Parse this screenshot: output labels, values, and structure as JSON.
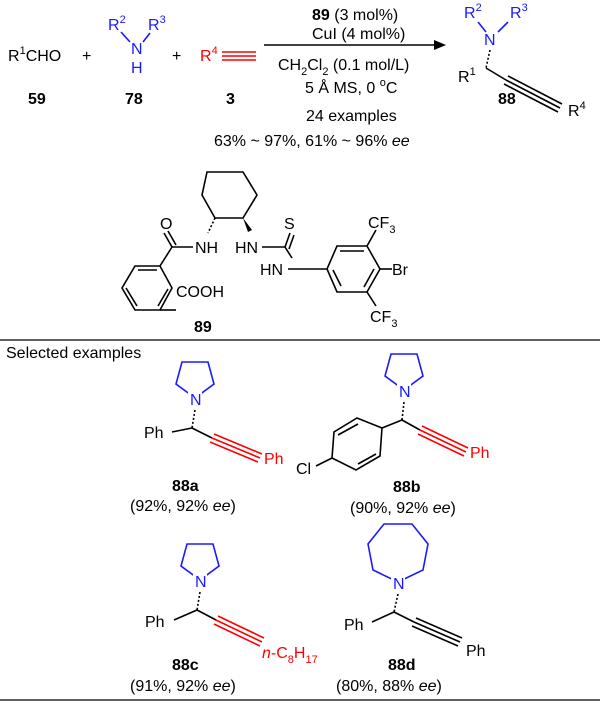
{
  "colors": {
    "blue": "#1a1aff",
    "red": "#ff0000",
    "black": "#000000"
  },
  "reaction": {
    "aldehyde": {
      "r": "R",
      "sup": "1",
      "rest": "CHO",
      "label": "59"
    },
    "plus": "+",
    "amine": {
      "r2": "R",
      "r2sup": "2",
      "r3": "R",
      "r3sup": "3",
      "n": "N",
      "h": "H",
      "label": "78"
    },
    "alkyne": {
      "r": "R",
      "sup": "4",
      "label": "3"
    },
    "conditions": {
      "catalyst_num": "89",
      "catalyst_amt": " (3 mol%)",
      "cu": "CuI (4 mol%)",
      "solvent_a": "CH",
      "solvent_sub1": "2",
      "solvent_b": "Cl",
      "solvent_sub2": "2",
      "solvent_c": " (0.1 mol/L)",
      "ms": "5 Å MS, 0 ",
      "deg": "o",
      "c": "C",
      "examples": "24 examples",
      "yields": "63% ~ 97%, 61% ~ 96% ",
      "ee": "ee"
    },
    "product": {
      "n": "N",
      "r1": "R",
      "r1sup": "1",
      "r2": "R",
      "r2sup": "2",
      "r3": "R",
      "r3sup": "3",
      "r4": "R",
      "r4sup": "4",
      "label": "88"
    }
  },
  "catalyst": {
    "o": "O",
    "nh1": "NH",
    "hn2": "HN",
    "s": "S",
    "hn3": "HN",
    "cf3a": "CF",
    "cf3b": "CF",
    "sub3": "3",
    "br": "Br",
    "cooh": "COOH",
    "label": "89"
  },
  "section_title": "Selected examples",
  "examples": [
    {
      "label": "88a",
      "n": "N",
      "ph": "Ph",
      "r_ph": "Ph",
      "yield": "(92%, 92% ",
      "ee": "ee",
      "close": ")"
    },
    {
      "label": "88b",
      "n": "N",
      "cl": "Cl",
      "r_ph": "Ph",
      "yield": "(90%, 92% ",
      "ee": "ee",
      "close": ")"
    },
    {
      "label": "88c",
      "n": "N",
      "ph": "Ph",
      "r_pre": "n",
      "r_mid": "-C",
      "r_sub1": "8",
      "r_h": "H",
      "r_sub2": "17",
      "yield": "(91%, 92% ",
      "ee": "ee",
      "close": ")"
    },
    {
      "label": "88d",
      "n": "N",
      "ph": "Ph",
      "r_ph": "Ph",
      "yield": "(80%, 88% ",
      "ee": "ee",
      "close": ")"
    }
  ]
}
